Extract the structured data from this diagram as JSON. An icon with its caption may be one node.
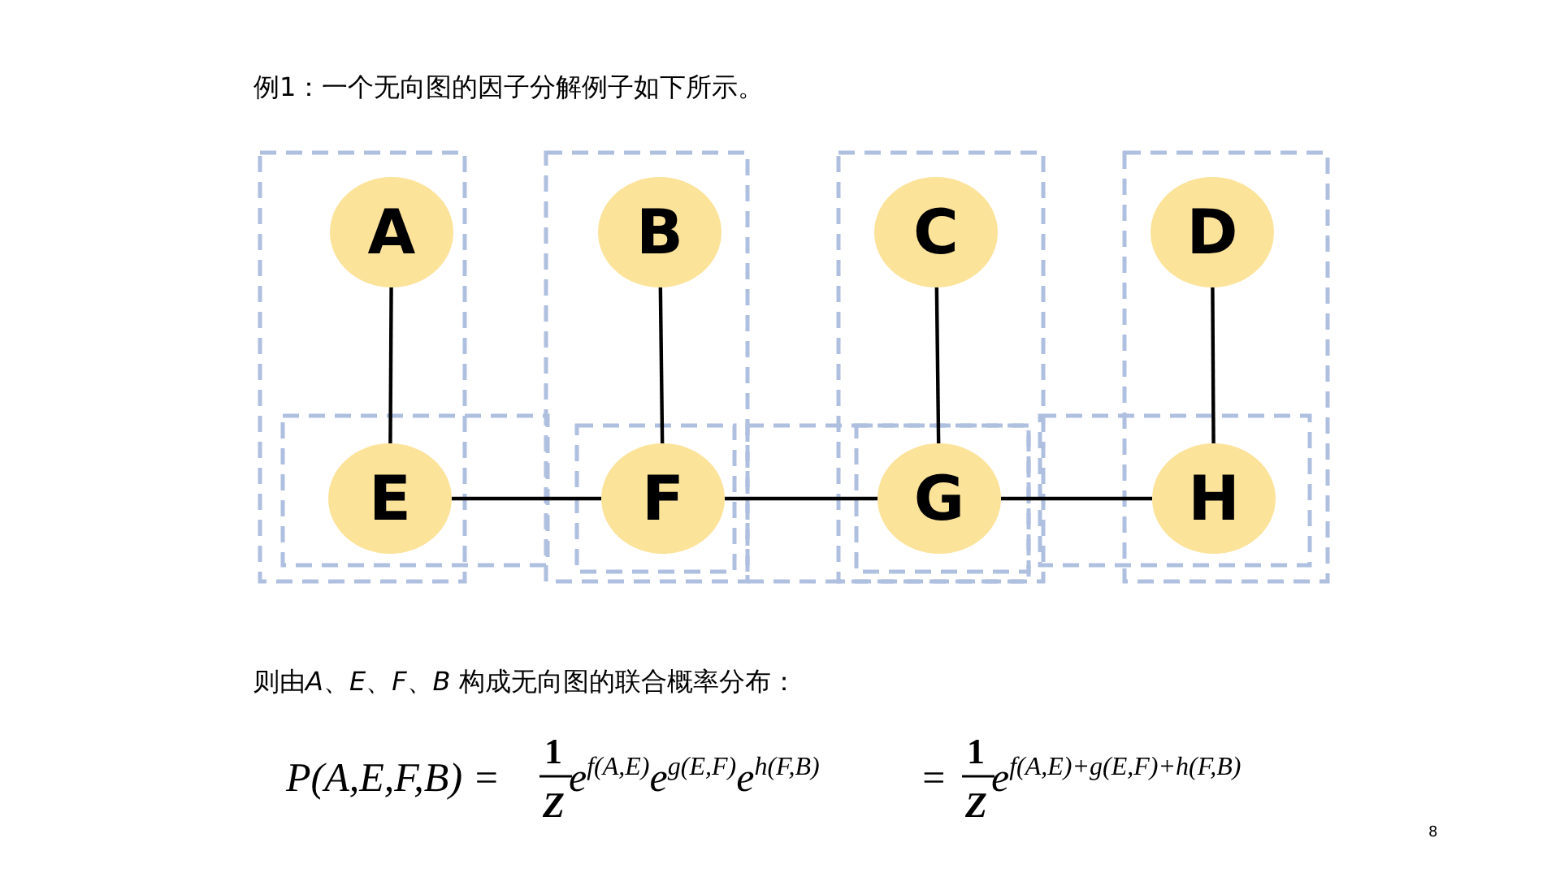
{
  "diagram": {
    "title": "例1：一个无向图的因子分解例子如下所示。",
    "nodes": [
      {
        "text": [
          "A"
        ]
      },
      {
        "text": [
          "B"
        ]
      },
      {
        "text": [
          "C"
        ]
      },
      {
        "text": [
          "D"
        ]
      },
      {
        "text": [
          "E"
        ]
      },
      {
        "text": [
          "F"
        ]
      },
      {
        "text": [
          "G"
        ]
      },
      {
        "text": [
          "H"
        ]
      }
    ],
    "edges": [
      {
        "from": 0,
        "to": 4,
        "arrow": "none"
      },
      {
        "from": 1,
        "to": 5,
        "arrow": "none"
      },
      {
        "from": 2,
        "to": 6,
        "arrow": "none"
      },
      {
        "from": 3,
        "to": 7,
        "arrow": "none"
      },
      {
        "from": 4,
        "to": 5,
        "arrow": "none"
      },
      {
        "from": 5,
        "to": 6,
        "arrow": "none"
      },
      {
        "from": 6,
        "to": 7,
        "arrow": "none"
      }
    ],
    "labels": [
      "则由",
      "*A*、*E*、*F*、*B* 构成无向图的联合概率分布：",
      "P(A,E,F,B) =",
      "1",
      "Z",
      "e$^{f(A,E)}$e$^{g(E,F)}$e$^{h(F,B)}$",
      "=",
      "1",
      "Z",
      "e$^{f(A,E)+g(E,F)+h(F,B)}$",
      "8"
    ]
  }
}
